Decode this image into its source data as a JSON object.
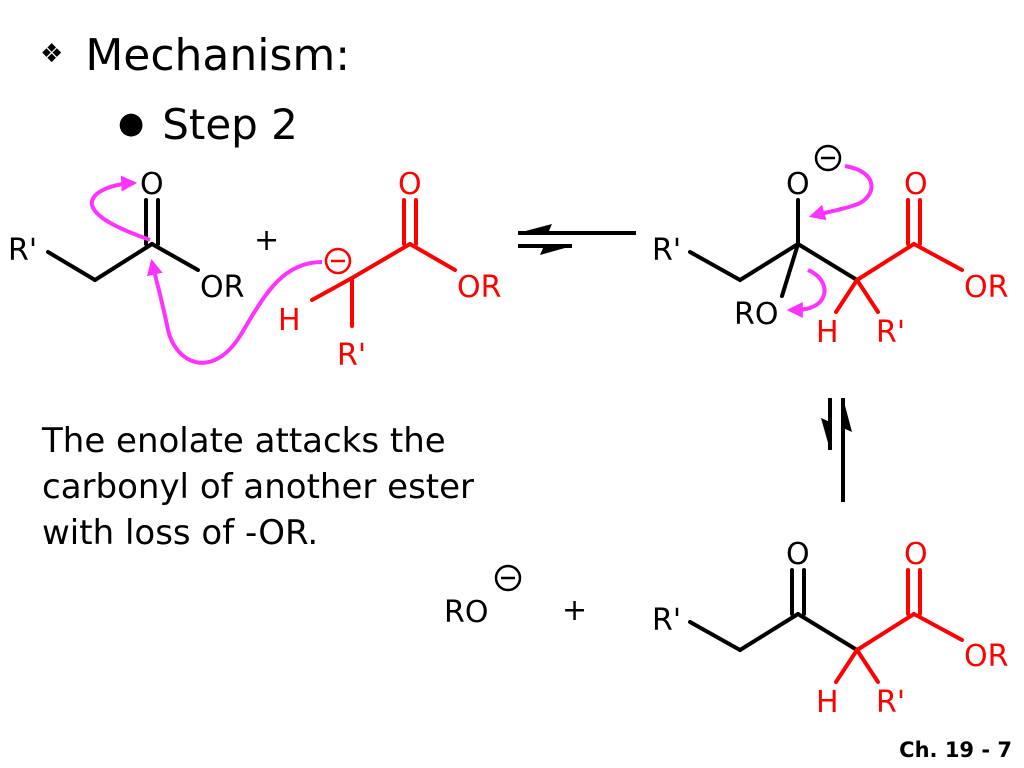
{
  "slide": {
    "bullet_level1": "Mechanism:",
    "bullet_level2": "Step 2",
    "description": "The enolate attacks the carbonyl of another ester with loss of -OR.",
    "footer": "Ch. 19 - 7"
  },
  "icons": {
    "level1_bullet": "diamond-bullet-icon",
    "level2_bullet": "round-bullet-icon"
  },
  "labels": {
    "r_prime": "R'",
    "o": "O",
    "or": "OR",
    "ro": "RO",
    "h": "H",
    "plus": "+",
    "minus": "−"
  },
  "colors": {
    "ester_black": "#000000",
    "enolate_red": "#ff0000",
    "electron_arrow": "#ff33ff"
  }
}
